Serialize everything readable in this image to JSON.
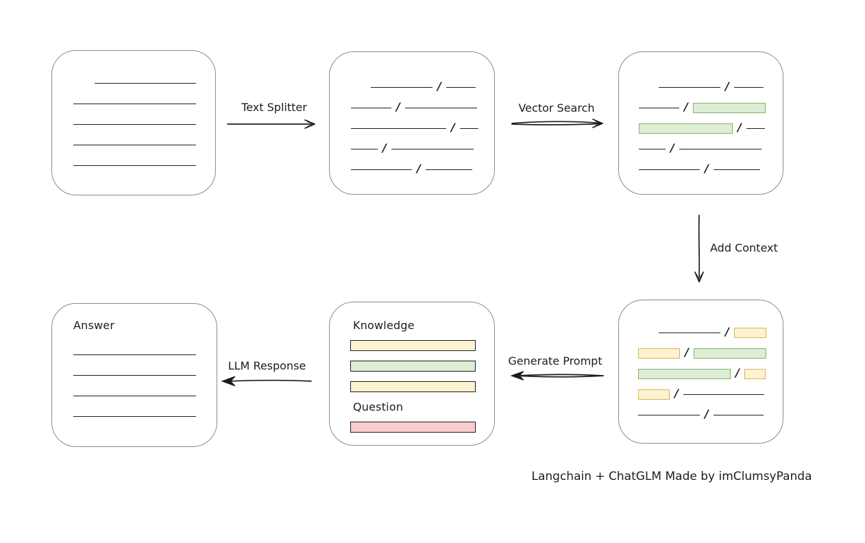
{
  "colors": {
    "bg": "#ffffff",
    "box_border": "#8a8a8a",
    "line": "#1c1c1c",
    "green_fill": "#deedd5",
    "green_border": "#82b366",
    "yellow_fill": "#fdf3d1",
    "yellow_border": "#d6b656",
    "red_fill": "#f8cecc",
    "red_border": "#b85450"
  },
  "labels": {
    "text_splitter": "Text Splitter",
    "vector_search": "Vector Search",
    "add_context": "Add Context",
    "generate_prompt": "Generate Prompt",
    "llm_response": "LLM Response",
    "knowledge": "Knowledge",
    "question": "Question",
    "answer": "Answer",
    "caption": "Langchain + ChatGLM Made by imClumsyPanda",
    "slash": "/"
  },
  "boxes": {
    "document": {
      "lines": [
        {
          "indent": 62,
          "w": 148
        },
        {
          "indent": 31,
          "w": 179
        },
        {
          "indent": 31,
          "w": 179
        },
        {
          "indent": 31,
          "w": 179
        },
        {
          "indent": 31,
          "w": 179
        }
      ]
    },
    "chunks": {
      "rows": [
        {
          "indent": 29,
          "segs": [
            {
              "t": "line",
              "w": 90
            },
            {
              "t": "slash"
            },
            {
              "t": "line",
              "w": 43
            }
          ]
        },
        {
          "indent": 0,
          "segs": [
            {
              "t": "line",
              "w": 59
            },
            {
              "t": "slash"
            },
            {
              "t": "line",
              "w": 105
            }
          ]
        },
        {
          "indent": 0,
          "segs": [
            {
              "t": "line",
              "w": 139
            },
            {
              "t": "slash"
            },
            {
              "t": "line",
              "w": 27
            }
          ]
        },
        {
          "indent": 0,
          "segs": [
            {
              "t": "line",
              "w": 39
            },
            {
              "t": "slash"
            },
            {
              "t": "line",
              "w": 120
            }
          ]
        },
        {
          "indent": 0,
          "segs": [
            {
              "t": "line",
              "w": 89
            },
            {
              "t": "slash"
            },
            {
              "t": "line",
              "w": 68
            }
          ]
        }
      ]
    },
    "vector": {
      "rows": [
        {
          "indent": 29,
          "segs": [
            {
              "t": "line",
              "w": 90
            },
            {
              "t": "slash"
            },
            {
              "t": "line",
              "w": 43
            }
          ]
        },
        {
          "indent": 0,
          "segs": [
            {
              "t": "line",
              "w": 59
            },
            {
              "t": "slash"
            },
            {
              "t": "green",
              "w": 104
            }
          ]
        },
        {
          "indent": 0,
          "segs": [
            {
              "t": "green",
              "w": 135
            },
            {
              "t": "slash"
            },
            {
              "t": "line",
              "w": 27
            }
          ]
        },
        {
          "indent": 0,
          "segs": [
            {
              "t": "line",
              "w": 39
            },
            {
              "t": "slash"
            },
            {
              "t": "line",
              "w": 120
            }
          ]
        },
        {
          "indent": 0,
          "segs": [
            {
              "t": "line",
              "w": 89
            },
            {
              "t": "slash"
            },
            {
              "t": "line",
              "w": 68
            }
          ]
        }
      ]
    },
    "context": {
      "rows": [
        {
          "indent": 30,
          "segs": [
            {
              "t": "line",
              "w": 90
            },
            {
              "t": "slash"
            },
            {
              "t": "yellow",
              "w": 45
            }
          ]
        },
        {
          "indent": 0,
          "segs": [
            {
              "t": "yellow",
              "w": 59
            },
            {
              "t": "slash"
            },
            {
              "t": "green",
              "w": 104
            }
          ]
        },
        {
          "indent": 0,
          "segs": [
            {
              "t": "green",
              "w": 133
            },
            {
              "t": "slash"
            },
            {
              "t": "yellow",
              "w": 29
            }
          ]
        },
        {
          "indent": 0,
          "segs": [
            {
              "t": "yellow",
              "w": 44
            },
            {
              "t": "slash"
            },
            {
              "t": "line",
              "w": 118
            }
          ]
        },
        {
          "indent": 0,
          "segs": [
            {
              "t": "line",
              "w": 90
            },
            {
              "t": "slash"
            },
            {
              "t": "line",
              "w": 73
            }
          ]
        }
      ]
    },
    "prompt": {
      "knowledge_bars": [
        {
          "t": "yellow"
        },
        {
          "t": "green"
        },
        {
          "t": "yellow"
        }
      ],
      "question_bars": [
        {
          "t": "red"
        }
      ]
    },
    "answer": {
      "lines": [
        {
          "indent": 31,
          "w": 179
        },
        {
          "indent": 31,
          "w": 179
        },
        {
          "indent": 31,
          "w": 179
        },
        {
          "indent": 31,
          "w": 179
        }
      ]
    }
  }
}
